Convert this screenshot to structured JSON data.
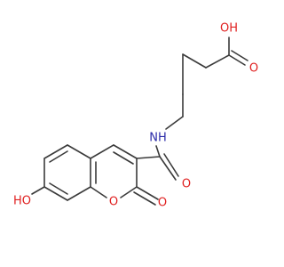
{
  "molecule": {
    "atoms": {
      "carboxyl_oh": "OH",
      "carboxyl_o": "O",
      "amide_nh": "NH",
      "amide_o": "O",
      "ring_o": "O",
      "lactone_o": "O",
      "phenol_ho": "HO"
    },
    "colors": {
      "bond": "#3a3a3a",
      "oxygen": "#e02020",
      "nitrogen": "#2a2aa8",
      "background": "#ffffff"
    }
  }
}
